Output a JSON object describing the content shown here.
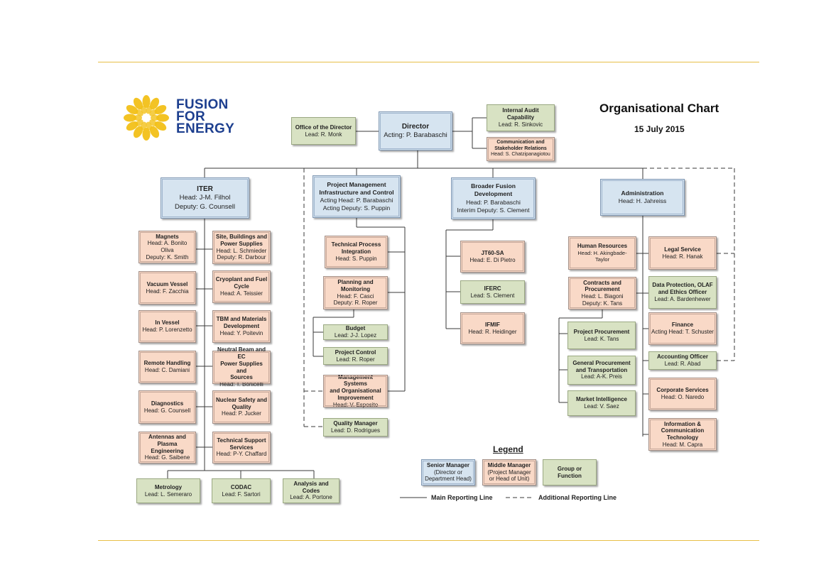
{
  "header": {
    "logo_text": [
      "FUSION",
      "FOR",
      "ENERGY"
    ],
    "title": "Organisational Chart",
    "date": "15 July 2015"
  },
  "colors": {
    "senior": "#d6e4f0",
    "middle": "#f9d9c7",
    "group": "#d8e2c3",
    "logo_blue": "#1d3f8f",
    "logo_yellow": "#f2c018",
    "rule": "#e8c048"
  },
  "nodes": {
    "director": [
      "Director",
      "Acting: P. Barabaschi"
    ],
    "office": [
      "Office of the Director",
      "Lead: R. Monk"
    ],
    "audit": [
      "Internal Audit Capability",
      "Lead: R. Sinkovic"
    ],
    "comm": [
      "Communication and",
      "Stakeholder Relations",
      "Head: S. Chatzipanagiotou"
    ],
    "iter": [
      "ITER",
      "Head: J-M. Filhol",
      "Deputy: G. Counsell"
    ],
    "pmic": [
      "Project Management",
      "Infrastructure and Control",
      "Acting Head: P. Barabaschi",
      "Acting Deputy: S. Puppin"
    ],
    "bfd": [
      "Broader Fusion",
      "Development",
      "Head: P. Barabaschi",
      "Interim Deputy: S. Clement"
    ],
    "admin": [
      "Administration",
      "Head: H. Jahreiss"
    ],
    "magnets": [
      "Magnets",
      "Head: A. Bonito Oliva",
      "Deputy: K. Smith"
    ],
    "vacuum": [
      "Vacuum Vessel",
      "Head: F. Zacchia"
    ],
    "invessel": [
      "In Vessel",
      "Head: P. Lorenzetto"
    ],
    "remote": [
      "Remote Handling",
      "Head: C. Damiani"
    ],
    "diagnostics": [
      "Diagnostics",
      "Head: G. Counsell"
    ],
    "antennas": [
      "Antennas and Plasma",
      "Engineering",
      "Head: G. Saibene"
    ],
    "site": [
      "Site, Buildings and",
      "Power Supplies",
      "Head: L. Schmieder",
      "Deputy: R. Darbour"
    ],
    "cryo": [
      "Cryoplant and Fuel",
      "Cycle",
      "Head: A. Teissier"
    ],
    "tbm": [
      "TBM and Materials",
      "Development",
      "Head: Y. Poitevin"
    ],
    "nbec": [
      "Neutral Beam and EC",
      "Power Supplies and",
      "Sources",
      "Head: T. Bonicelli"
    ],
    "nuclear": [
      "Nuclear Safety and",
      "Quality",
      "Head: P. Jucker"
    ],
    "techsup": [
      "Technical Support",
      "Services",
      "Head: P-Y. Chaffard"
    ],
    "metrology": [
      "Metrology",
      "Lead: L. Semeraro"
    ],
    "codac": [
      "CODAC",
      "Lead: F. Sartori"
    ],
    "analysis": [
      "Analysis and Codes",
      "Lead: A. Portone"
    ],
    "tpi": [
      "Technical Process",
      "Integration",
      "Head: S. Puppin"
    ],
    "planning": [
      "Planning and",
      "Monitoring",
      "Head: F. Casci",
      "Deputy: R. Roper"
    ],
    "budget": [
      "Budget",
      "Lead: J-J. Lopez"
    ],
    "projcontrol": [
      "Project Control",
      "Lead: R. Roper"
    ],
    "msoi": [
      "Management Systems",
      "and Organisational",
      "Improvement",
      "Head: V. Esposito"
    ],
    "quality": [
      "Quality Manager",
      "Lead: D. Rodrigues"
    ],
    "jt60": [
      "JT60-SA",
      "Head: E. Di Pietro"
    ],
    "iferc": [
      "IFERC",
      "Lead: S. Clement"
    ],
    "ifmif": [
      "IFMIF",
      "Head: R. Heidinger"
    ],
    "hr": [
      "Human Resources",
      "Head: H. Akingbade-Taylor"
    ],
    "contracts": [
      "Contracts and",
      "Procurement",
      "Head: L. Biagoni",
      "Deputy: K. Tans"
    ],
    "projproc": [
      "Project Procurement",
      "Lead: K. Tans"
    ],
    "genproc": [
      "General Procurement",
      "and Transportation",
      "Lead: A-K. Preis"
    ],
    "market": [
      "Market Intelligence",
      "Lead: V. Saez"
    ],
    "legal": [
      "Legal Service",
      "Head: R. Hanak"
    ],
    "dataprot": [
      "Data Protection, OLAF",
      "and Ethics Officer",
      "Lead: A. Bardenhewer"
    ],
    "finance": [
      "Finance",
      "Acting Head: T. Schuster"
    ],
    "accounting": [
      "Accounting Officer",
      "Lead: R. Abad"
    ],
    "corporate": [
      "Corporate Services",
      "Head: O. Naredo"
    ],
    "ict": [
      "Information &",
      "Communication",
      "Technology",
      "Head: M. Capra"
    ]
  },
  "legend": {
    "title": "Legend",
    "senior": [
      "Senior Manager",
      "(Director or",
      "Department Head)"
    ],
    "middle": [
      "Middle Manager",
      "(Project Manager",
      "or Head of Unit)"
    ],
    "group": [
      "Group or",
      "Function"
    ],
    "main_line": "Main Reporting Line",
    "additional_line": "Additional Reporting Line"
  }
}
